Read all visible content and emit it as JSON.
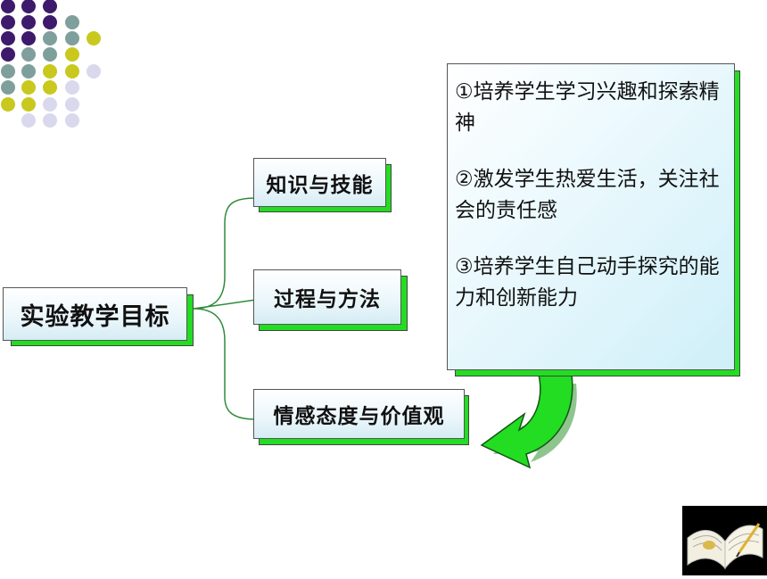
{
  "diagram": {
    "root": {
      "label": "实验教学目标"
    },
    "branches": [
      {
        "label": "知识与技能"
      },
      {
        "label": "过程与方法"
      },
      {
        "label": "情感态度与价值观"
      }
    ],
    "goals": [
      {
        "text": "①培养学生学习兴趣和探索精神"
      },
      {
        "text": "②激发学生热爱生活，关注社会的责任感"
      },
      {
        "text": "③培养学生自己动手探究的能力和创新能力"
      }
    ]
  },
  "decor": {
    "dot_colors": [
      "#3d1a6b",
      "#7f9f9c",
      "#c9c81e",
      "#d9d8ec"
    ],
    "accent_green": "#22dd22",
    "book_icon": "open-book-icon"
  }
}
